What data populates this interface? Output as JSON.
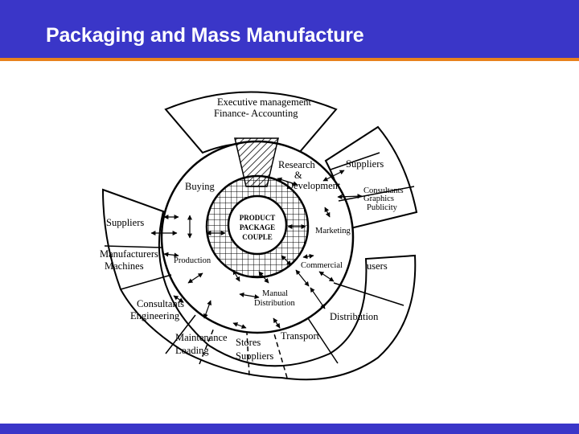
{
  "slide": {
    "title": "Packaging and Mass Manufacture"
  },
  "diagram": {
    "core": [
      "PRODUCT",
      "PACKAGE",
      "COUPLE"
    ],
    "inner_ring": {
      "buying": "Buying",
      "research_line1": "Research",
      "research_line2": "&",
      "research_line3": "Development",
      "marketing": "Marketing",
      "commercial": "Commercial",
      "manual_distribution_line1": "Manual",
      "manual_distribution_line2": "Distribution",
      "production": "Production"
    },
    "outer_ring": {
      "executive_line1": "Executive management",
      "executive_line2": "Finance- Accounting",
      "suppliers_top": "Suppliers",
      "consultants_graphics_line1": "Consultants",
      "consultants_graphics_line2": "Graphics",
      "consultants_graphics_line3": "Publicity",
      "users": "users",
      "distribution": "Distribution",
      "transport": "Transport",
      "stores_suppliers_line1": "Stores",
      "stores_suppliers_line2": "Suppliers",
      "maintenance_line1": "Maintenance",
      "maintenance_line2": "Loading",
      "consultants_engineering_line1": "Consultants",
      "consultants_engineering_line2": "Engineering",
      "manufacturers_line1": "Manufacturers",
      "manufacturers_line2": "Machines",
      "suppliers_left": "Suppliers"
    }
  }
}
